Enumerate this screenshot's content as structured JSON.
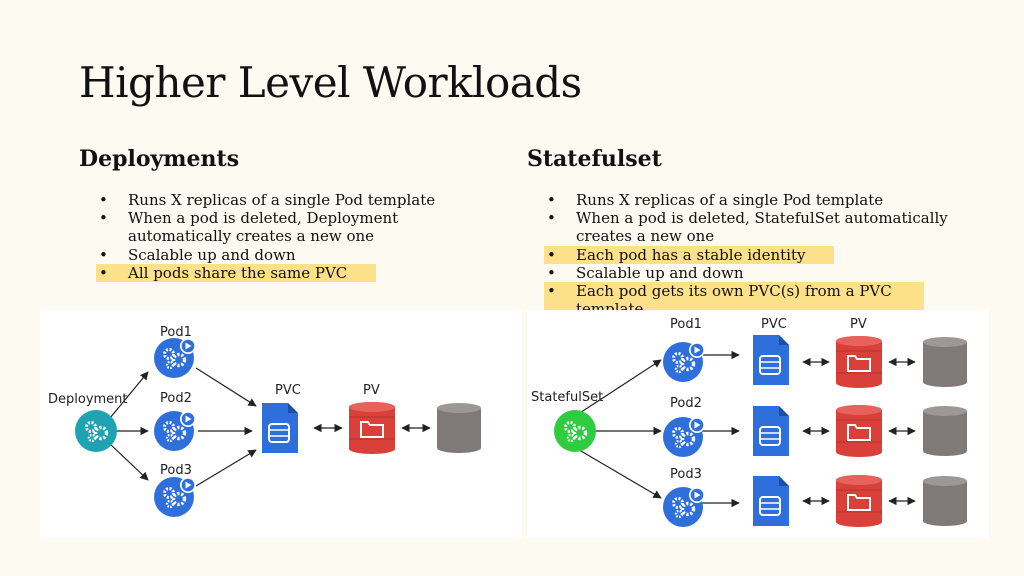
{
  "title": "Higher Level Workloads",
  "left": {
    "heading": "Deployments",
    "bullets": [
      {
        "text": "Runs X replicas of a single Pod template",
        "highlight": false
      },
      {
        "text": "When a pod is deleted, Deployment automatically creates a new one",
        "highlight": false
      },
      {
        "text": "Scalable up and down",
        "highlight": false
      },
      {
        "text": "All pods share the same PVC",
        "highlight": true
      }
    ],
    "diagram": {
      "controller": "Deployment",
      "pods": [
        "Pod1",
        "Pod2",
        "Pod3"
      ],
      "pvc": "PVC",
      "pv": "PV"
    }
  },
  "right": {
    "heading": "Statefulset",
    "bullets": [
      {
        "text": "Runs X replicas of a single Pod template",
        "highlight": false
      },
      {
        "text": "When a pod is deleted, StatefulSet automatically creates a new one",
        "highlight": false
      },
      {
        "text": "Each pod has a stable identity",
        "highlight": true
      },
      {
        "text": "Scalable up and down",
        "highlight": false
      },
      {
        "text": "Each pod gets its own PVC(s) from a PVC template",
        "highlight": true
      }
    ],
    "diagram": {
      "controller": "StatefulSet",
      "pods": [
        "Pod1",
        "Pod2",
        "Pod3"
      ],
      "pvc": "PVC",
      "pv": "PV"
    }
  },
  "colors": {
    "background": "#fdfaf2",
    "highlight": "#fde08a",
    "pod_blue": "#2f6fdc",
    "deployment_teal": "#1fa3b3",
    "statefulset_green": "#2ecc40",
    "pv_red": "#d9403a",
    "disk_gray": "#7f7a78"
  },
  "icons": [
    "pod-icon",
    "deployment-icon",
    "statefulset-icon",
    "pvc-icon",
    "pv-icon",
    "disk-icon"
  ]
}
